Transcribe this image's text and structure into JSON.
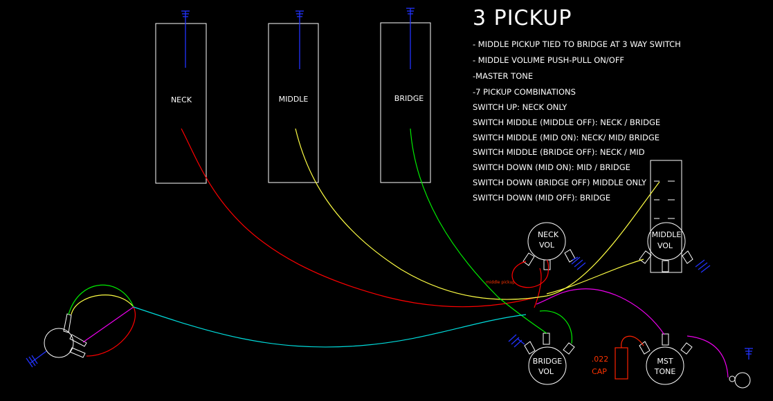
{
  "title": "3 PICKUP",
  "notes": [
    "- MIDDLE PICKUP TIED TO BRIDGE AT 3 WAY SWITCH",
    "- MIDDLE VOLUME PUSH-PULL ON/OFF",
    "-MASTER TONE",
    "-7 PICKUP COMBINATIONS",
    "SWITCH UP: NECK ONLY",
    "SWITCH MIDDLE (MIDDLE OFF): NECK / BRIDGE",
    "SWITCH MIDDLE (MID ON): NECK/ MID/ BRIDGE",
    "SWITCH MIDDLE (BRIDGE OFF): NECK /  MID",
    "SWITCH DOWN (MID ON): MID / BRIDGE",
    "SWITCH DOWN (BRIDGE OFF) MIDDLE ONLY",
    "SWITCH DOWN (MID OFF): BRIDGE"
  ],
  "pickups": {
    "neck": "NECK",
    "middle": "MIDDLE",
    "bridge": "BRIDGE"
  },
  "pots": {
    "neck_vol": [
      "NECK",
      "VOL"
    ],
    "middle_vol": [
      "MIDDLE",
      "VOL"
    ],
    "bridge_vol": [
      "BRIDGE",
      "VOL"
    ],
    "master_tone": [
      "MST",
      "TONE"
    ]
  },
  "capacitor": [
    ".022",
    "CAP"
  ],
  "small_label": "middle pickup",
  "colors": {
    "neck_wire": "#ff0000",
    "middle_wire": "#ffff44",
    "bridge_wire": "#00ee00",
    "output_wire": "#00dddd",
    "tone_wire": "#ee00ee",
    "ground": "#2233ff",
    "outline": "#ffffff"
  }
}
